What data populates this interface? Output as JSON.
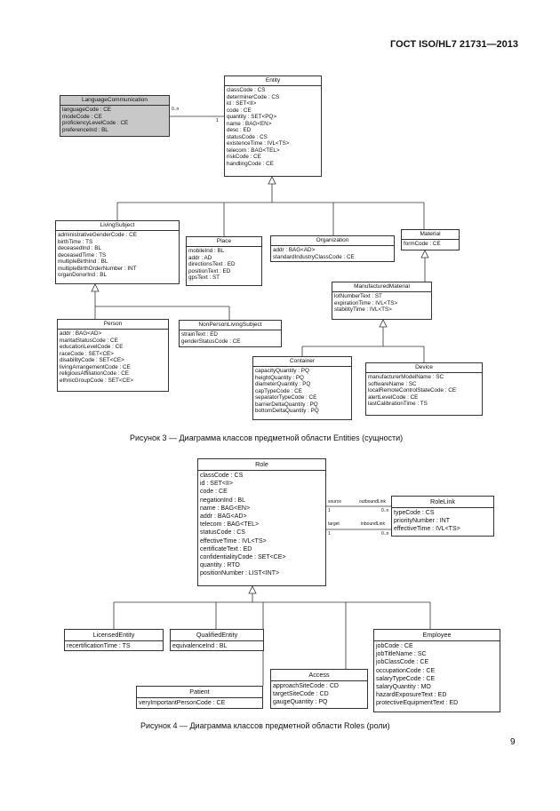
{
  "header": "ГОСТ ISO/HL7 21731—2013",
  "page_number": "9",
  "fig3": {
    "caption": "Рисунок 3 — Диаграмма классов предметной области Entities (сущности)",
    "assoc": {
      "left_mult": "0..n",
      "right_mult": "1"
    },
    "classes": {
      "language": {
        "name": "LanguageCommunication",
        "attrs": [
          "languageCode : CE",
          "modeCode : CE",
          "proficiencyLevelCode : CE",
          "preferenceInd : BL"
        ]
      },
      "entity": {
        "name": "Entity",
        "attrs": [
          "classCode : CS",
          "determinerCode : CS",
          "id : SET<II>",
          "code : CE",
          "quantity : SET<PQ>",
          "name : BAG<EN>",
          "desc : ED",
          "statusCode : CS",
          "existenceTime : IVL<TS>",
          "telecom : BAG<TEL>",
          "riskCode : CE",
          "handlingCode : CE"
        ]
      },
      "living": {
        "name": "LivingSubject",
        "attrs": [
          "administrativeGenderCode : CE",
          "birthTime : TS",
          "deceasedInd : BL",
          "deceasedTime : TS",
          "multipleBirthInd : BL",
          "multipleBirthOrderNumber : INT",
          "organDonorInd : BL"
        ]
      },
      "place": {
        "name": "Place",
        "attrs": [
          "mobileInd : BL",
          "addr : AD",
          "directionsText : ED",
          "positionText : ED",
          "gpsText : ST"
        ]
      },
      "organization": {
        "name": "Organization",
        "attrs": [
          "addr : BAG<AD>",
          "standardIndustryClassCode : CE"
        ]
      },
      "material": {
        "name": "Material",
        "attrs": [
          "formCode : CE"
        ]
      },
      "manufactured": {
        "name": "ManufacturedMaterial",
        "attrs": [
          "lotNumberText : ST",
          "expirationTime : IVL<TS>",
          "stabilityTime : IVL<TS>"
        ]
      },
      "person": {
        "name": "Person",
        "attrs": [
          "addr : BAG<AD>",
          "maritalStatusCode : CE",
          "educationLevelCode : CE",
          "raceCode : SET<CE>",
          "disabilityCode : SET<CE>",
          "livingArrangementCode : CE",
          "religiousAffiliationCode : CE",
          "ethnicGroupCode : SET<CE>"
        ]
      },
      "nonperson": {
        "name": "NonPersonLivingSubject",
        "attrs": [
          "strainText : ED",
          "genderStatusCode : CE"
        ]
      },
      "container": {
        "name": "Container",
        "attrs": [
          "capacityQuantity : PQ",
          "heightQuantity : PQ",
          "diameterQuantity : PQ",
          "capTypeCode : CE",
          "separatorTypeCode : CE",
          "barrierDeltaQuantity : PQ",
          "bottomDeltaQuantity : PQ"
        ]
      },
      "device": {
        "name": "Device",
        "attrs": [
          "manufacturerModelName : SC",
          "softwareName : SC",
          "localRemoteControlStateCode : CE",
          "alertLevelCode : CE",
          "lastCalibrationTime : TS"
        ]
      }
    }
  },
  "fig4": {
    "caption": "Рисунок 4 — Диаграмма классов предметной области Roles (роли)",
    "assoc": {
      "source_label": "source",
      "outbound_label": "outboundLink",
      "source_mult": "1",
      "outbound_mult": "0..n",
      "target_label": "target",
      "inbound_label": "inboundLink",
      "target_mult": "1",
      "inbound_mult": "0..n"
    },
    "classes": {
      "role": {
        "name": "Role",
        "attrs": [
          "classCode : CS",
          "id : SET<II>",
          "code : CE",
          "negationInd : BL",
          "name : BAG<EN>",
          "addr : BAG<AD>",
          "telecom : BAG<TEL>",
          "statusCode : CS",
          "effectiveTime : IVL<TS>",
          "certificateText : ED",
          "confidentialityCode : SET<CE>",
          "quantity : RTO",
          "positionNumber : LIST<INT>"
        ]
      },
      "rolelink": {
        "name": "RoleLink",
        "attrs": [
          "typeCode : CS",
          "priorityNumber : INT",
          "effectiveTime : IVL<TS>"
        ]
      },
      "licensed": {
        "name": "LicensedEntity",
        "attrs": [
          "recertificationTime : TS"
        ]
      },
      "qualified": {
        "name": "QualifiedEntity",
        "attrs": [
          "equivalenceInd : BL"
        ]
      },
      "employee": {
        "name": "Employee",
        "attrs": [
          "jobCode : CE",
          "jobTitleName : SC",
          "jobClassCode : CE",
          "occupationCode : CE",
          "salaryTypeCode : CE",
          "salaryQuantity : MO",
          "hazardExposureText : ED",
          "protectiveEquipmentText : ED"
        ]
      },
      "access": {
        "name": "Access",
        "attrs": [
          "approachSiteCode : CD",
          "targetSiteCode : CD",
          "gaugeQuantity : PQ"
        ]
      },
      "patient": {
        "name": "Patient",
        "attrs": [
          "veryImportantPersonCode : CE"
        ]
      }
    }
  }
}
